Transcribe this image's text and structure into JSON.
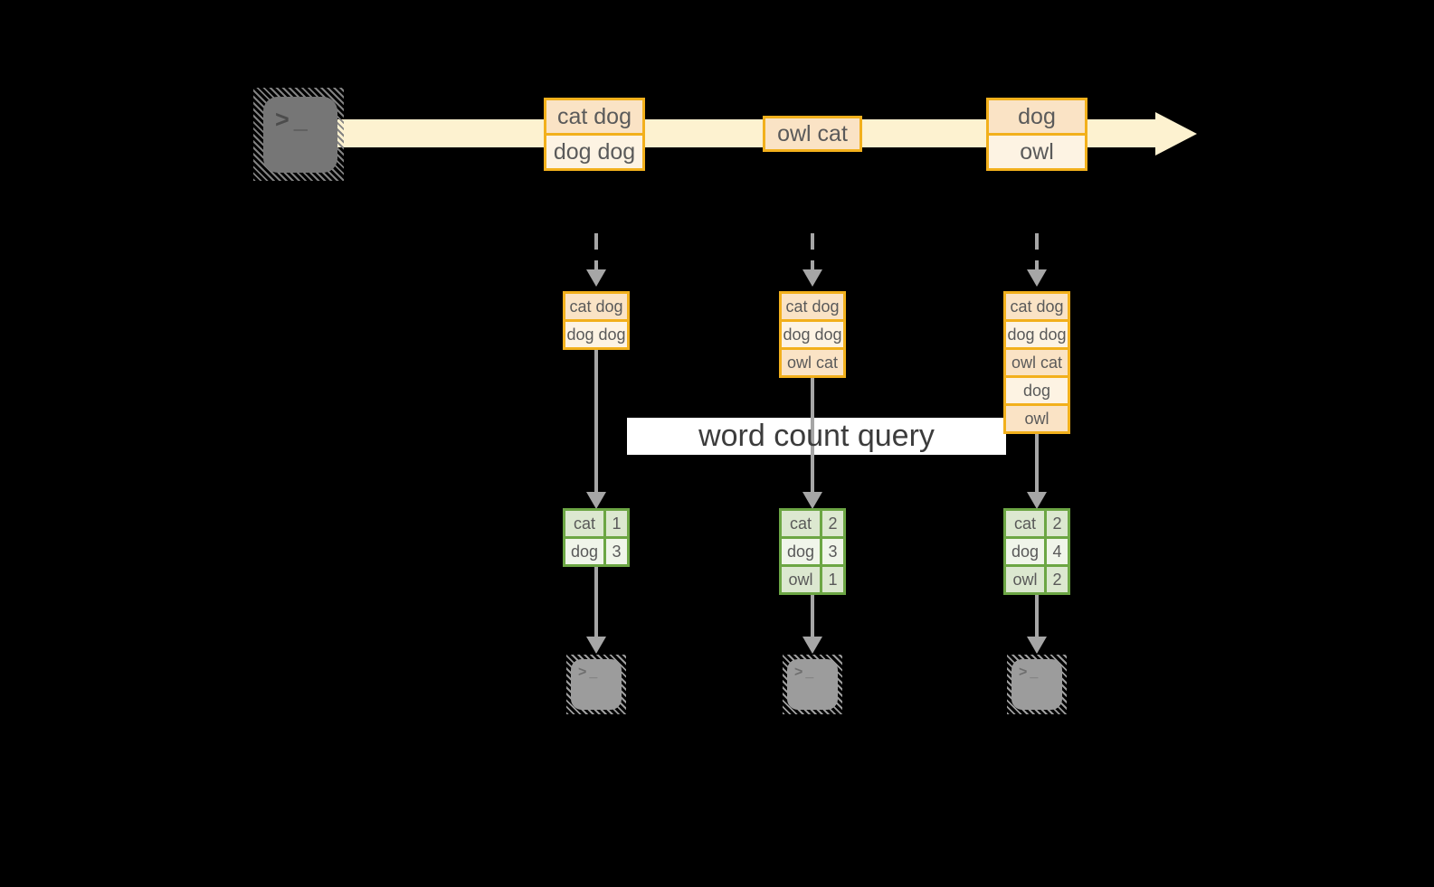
{
  "query": {
    "label": "word count query"
  },
  "terminal": {
    "glyph": ">_"
  },
  "stream": {
    "batches": [
      {
        "records": [
          "cat dog",
          "dog dog"
        ]
      },
      {
        "records": [
          "owl cat"
        ]
      },
      {
        "records": [
          "dog",
          "owl"
        ]
      }
    ]
  },
  "snapshots": [
    {
      "buffer": [
        "cat dog",
        "dog dog"
      ],
      "counts": [
        {
          "word": "cat",
          "count": "1"
        },
        {
          "word": "dog",
          "count": "3"
        }
      ]
    },
    {
      "buffer": [
        "cat dog",
        "dog dog",
        "owl cat"
      ],
      "counts": [
        {
          "word": "cat",
          "count": "2"
        },
        {
          "word": "dog",
          "count": "3"
        },
        {
          "word": "owl",
          "count": "1"
        }
      ]
    },
    {
      "buffer": [
        "cat dog",
        "dog dog",
        "owl cat",
        "dog",
        "owl"
      ],
      "counts": [
        {
          "word": "cat",
          "count": "2"
        },
        {
          "word": "dog",
          "count": "4"
        },
        {
          "word": "owl",
          "count": "2"
        }
      ]
    }
  ],
  "colors": {
    "background": "#000000",
    "stream_fill": "#FDF2D0",
    "record_border": "#F2B01C",
    "record_fill_dark": "#FAE3C5",
    "record_fill_light": "#FDF3E3",
    "table_border": "#6CA644",
    "table_fill_dark": "#DCE8D0",
    "table_fill_light": "#F0F5EA",
    "arrow_gray": "#A6A6A6",
    "terminal_dark": "#767676",
    "terminal_light": "#9C9C9C",
    "query_box": "#FFFFFF"
  }
}
